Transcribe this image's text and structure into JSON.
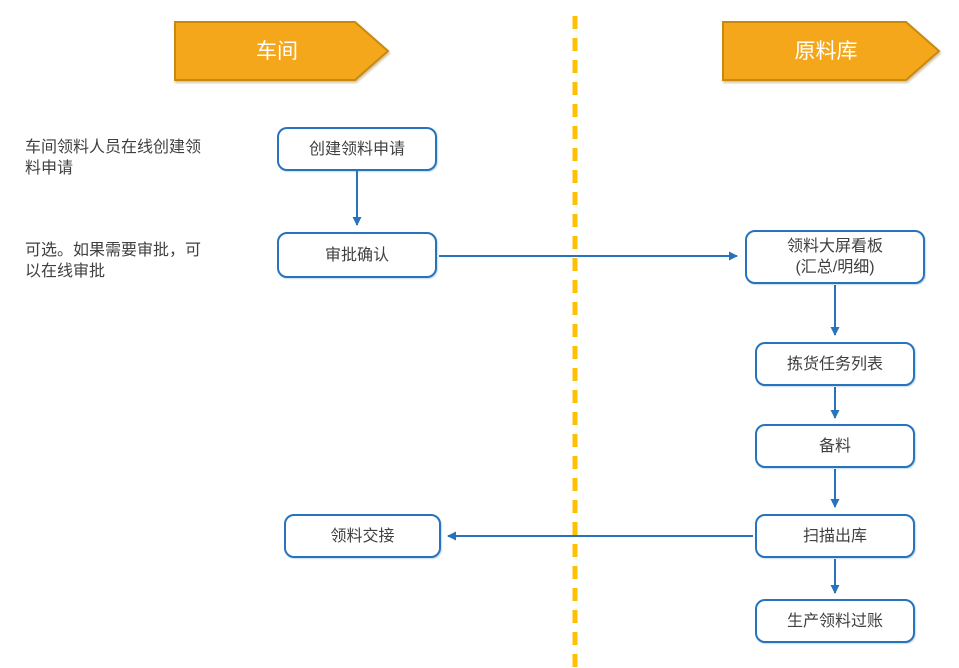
{
  "colors": {
    "accent-blue": "#2873BE",
    "lane-orange": "#F5A71B",
    "lane-orange-border": "#C8890E",
    "divider-gold": "#FFC000",
    "text-dark": "#404040"
  },
  "lanes": {
    "workshop": {
      "label": "车间"
    },
    "warehouse": {
      "label": "原料库"
    }
  },
  "annotations": [
    {
      "text": "车间领料人员在线创建领料申请"
    },
    {
      "text": "可选。如果需要审批，可以在线审批"
    }
  ],
  "nodes": {
    "create_request": {
      "label": "创建领料申请"
    },
    "approve_confirm": {
      "label": "审批确认"
    },
    "dashboard": {
      "label": "领料大屏看板",
      "sublabel": "(汇总/明细)"
    },
    "pick_task_list": {
      "label": "拣货任务列表"
    },
    "prepare_material": {
      "label": "备料"
    },
    "scan_outbound": {
      "label": "扫描出库"
    },
    "material_handover": {
      "label": "领料交接"
    },
    "production_posting": {
      "label": "生产领料过账"
    }
  }
}
